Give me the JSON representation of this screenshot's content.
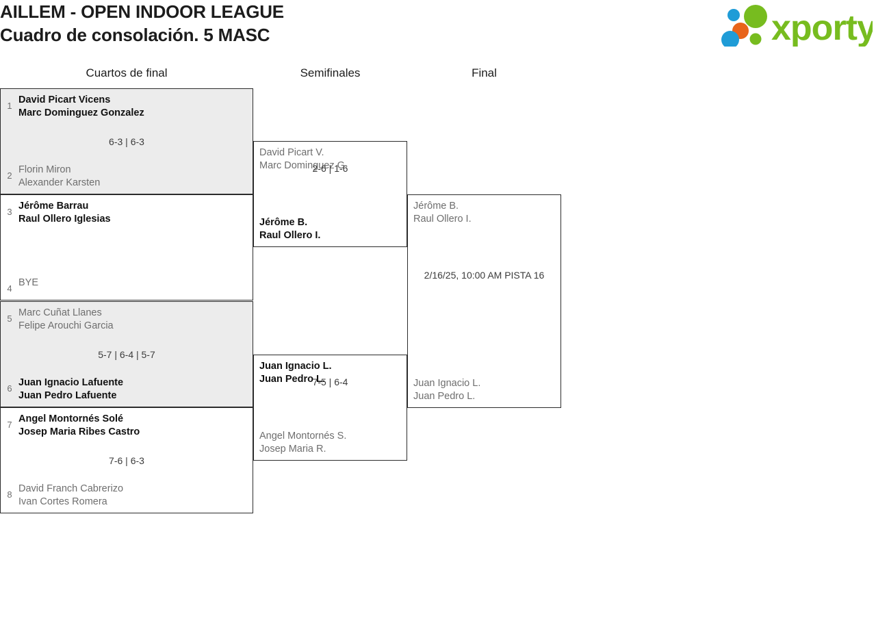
{
  "header": {
    "title_line1": "AILLEM - OPEN INDOOR LEAGUE",
    "title_line2": "Cuadro de consolación. 5 MASC",
    "logo_text": "xporty",
    "logo_colors": {
      "green": "#77bc1f",
      "blue": "#1f9cd7",
      "orange": "#e8641a"
    }
  },
  "rounds": [
    {
      "label": "Cuartos de final"
    },
    {
      "label": "Semifinales"
    },
    {
      "label": "Final"
    }
  ],
  "bracket": {
    "round1": [
      {
        "shaded": true,
        "top": {
          "seed": "1",
          "p1": "David Picart Vicens",
          "p2": "Marc Dominguez Gonzalez",
          "winner": true
        },
        "bottom": {
          "seed": "2",
          "p1": "Florin Miron",
          "p2": "Alexander Karsten",
          "winner": false
        },
        "score": "6-3 | 6-3"
      },
      {
        "shaded": false,
        "top": {
          "seed": "3",
          "p1": "Jérôme Barrau",
          "p2": "Raul Ollero Iglesias",
          "winner": true
        },
        "bottom": {
          "seed": "4",
          "p1": "BYE",
          "p2": "",
          "winner": false
        },
        "score": ""
      },
      {
        "shaded": true,
        "top": {
          "seed": "5",
          "p1": "Marc Cuñat Llanes",
          "p2": "Felipe Arouchi Garcia",
          "winner": false
        },
        "bottom": {
          "seed": "6",
          "p1": "Juan Ignacio Lafuente",
          "p2": "Juan Pedro Lafuente",
          "winner": true
        },
        "score": "5-7 | 6-4 | 5-7"
      },
      {
        "shaded": false,
        "top": {
          "seed": "7",
          "p1": "Angel Montornés Solé",
          "p2": "Josep Maria Ribes Castro",
          "winner": true
        },
        "bottom": {
          "seed": "8",
          "p1": "David Franch Cabrerizo",
          "p2": "Ivan Cortes Romera",
          "winner": false
        },
        "score": "7-6 | 6-3"
      }
    ],
    "round2": [
      {
        "top": {
          "p1": "David Picart V.",
          "p2": "Marc Dominguez G.",
          "winner": false
        },
        "bottom": {
          "p1": "Jérôme B.",
          "p2": "Raul Ollero I.",
          "winner": true
        },
        "score": "2-6 | 1-6"
      },
      {
        "top": {
          "p1": "Juan Ignacio L.",
          "p2": "Juan Pedro L.",
          "winner": true
        },
        "bottom": {
          "p1": "Angel Montornés S.",
          "p2": "Josep Maria R.",
          "winner": false
        },
        "score": "7-5 | 6-4"
      }
    ],
    "round3": {
      "top": {
        "p1": "Jérôme B.",
        "p2": "Raul Ollero I.",
        "winner": false
      },
      "bottom": {
        "p1": "Juan Ignacio L.",
        "p2": "Juan Pedro L.",
        "winner": false
      },
      "schedule": "2/16/25, 10:00 AM PISTA 16"
    }
  }
}
